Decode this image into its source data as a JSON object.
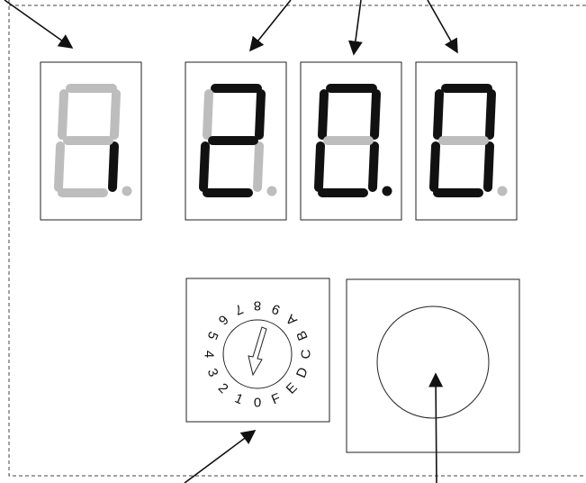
{
  "colors": {
    "segment_on": "#111111",
    "segment_off": "#bdbdbd",
    "outline": "#222222",
    "border_dashed": "#444444"
  },
  "display": {
    "digits": [
      {
        "id": "digit-1",
        "segments": {
          "a": 0,
          "b": 0,
          "c": 1,
          "d": 0,
          "e": 0,
          "f": 0,
          "g": 0
        },
        "dp": 0
      },
      {
        "id": "digit-2",
        "segments": {
          "a": 1,
          "b": 1,
          "c": 0,
          "d": 1,
          "e": 1,
          "f": 0,
          "g": 1
        },
        "dp": 0
      },
      {
        "id": "digit-3",
        "segments": {
          "a": 1,
          "b": 1,
          "c": 1,
          "d": 1,
          "e": 1,
          "f": 1,
          "g": 0
        },
        "dp": 1
      },
      {
        "id": "digit-4",
        "segments": {
          "a": 1,
          "b": 1,
          "c": 1,
          "d": 1,
          "e": 1,
          "f": 1,
          "g": 0
        },
        "dp": 0
      }
    ]
  },
  "rotary_switch": {
    "labels": [
      "0",
      "1",
      "2",
      "3",
      "4",
      "5",
      "6",
      "7",
      "8",
      "9",
      "A",
      "B",
      "C",
      "D",
      "E",
      "F"
    ],
    "pointer": "0",
    "icon": "arrow-pointer-icon"
  },
  "button": {
    "icon": "round-button-icon"
  }
}
